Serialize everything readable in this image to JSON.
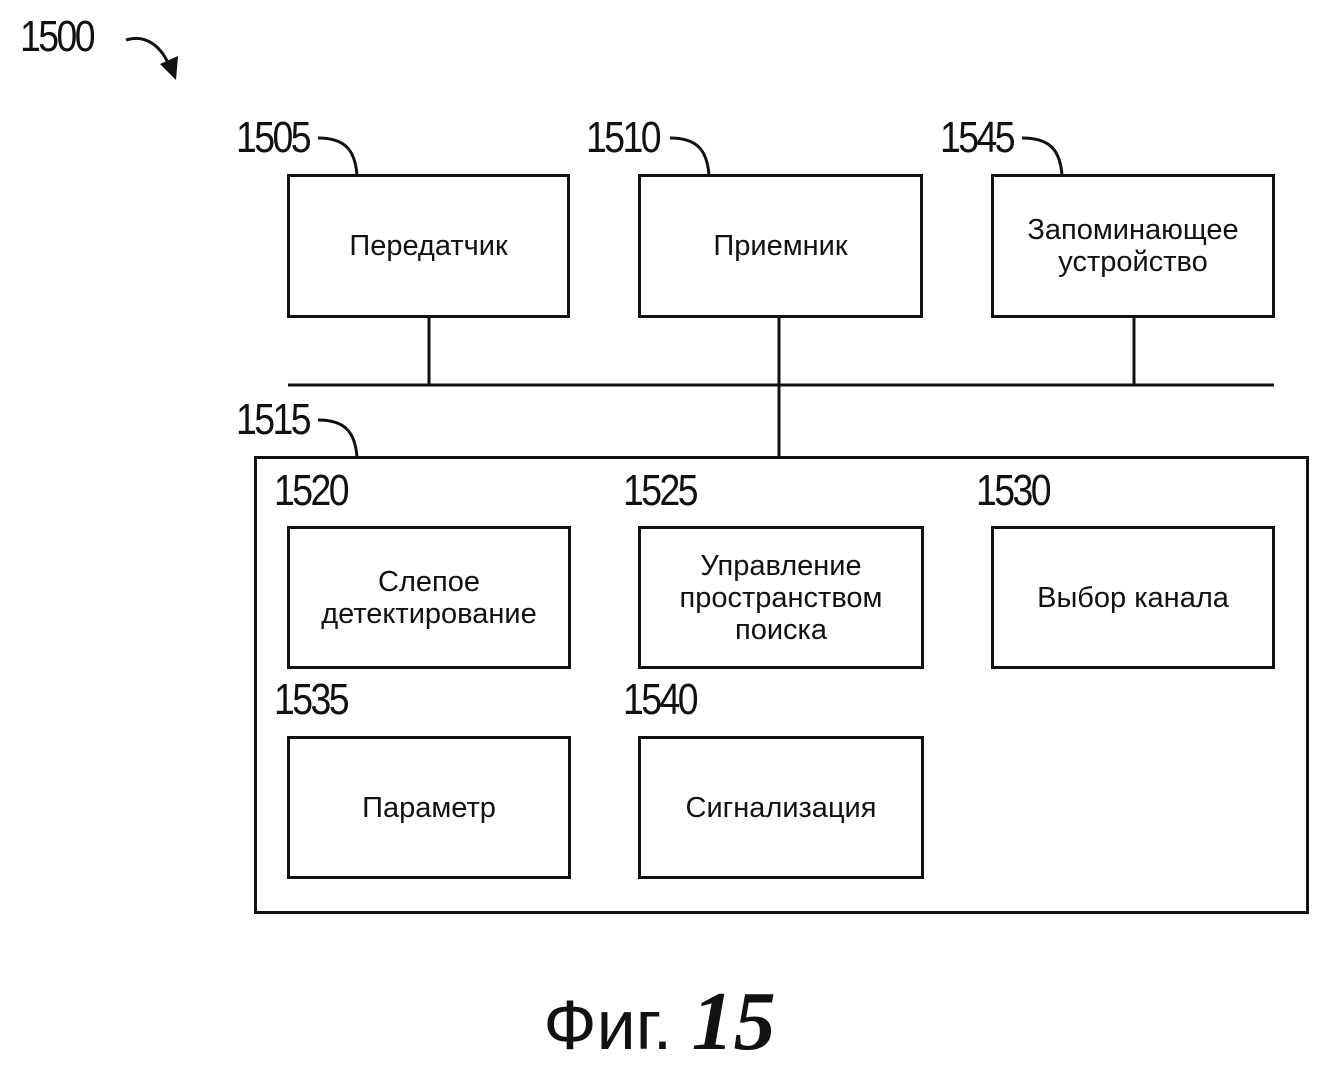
{
  "figure_ref": "1500",
  "boxes": {
    "transmitter": {
      "ref": "1505",
      "label": "Передатчик"
    },
    "receiver": {
      "ref": "1510",
      "label": "Приемник"
    },
    "memory": {
      "ref": "1545",
      "label": "Запоминающее\nустройство"
    },
    "processor": {
      "ref": "1515"
    },
    "blind_detection": {
      "ref": "1520",
      "label": "Слепое\nдетектирование"
    },
    "search_space": {
      "ref": "1525",
      "label": "Управление\nпространством\nпоиска"
    },
    "channel_select": {
      "ref": "1530",
      "label": "Выбор канала"
    },
    "parameter": {
      "ref": "1535",
      "label": "Параметр"
    },
    "signaling": {
      "ref": "1540",
      "label": "Сигнализация"
    }
  },
  "caption": {
    "prefix": "Фиг.",
    "number": "15"
  }
}
